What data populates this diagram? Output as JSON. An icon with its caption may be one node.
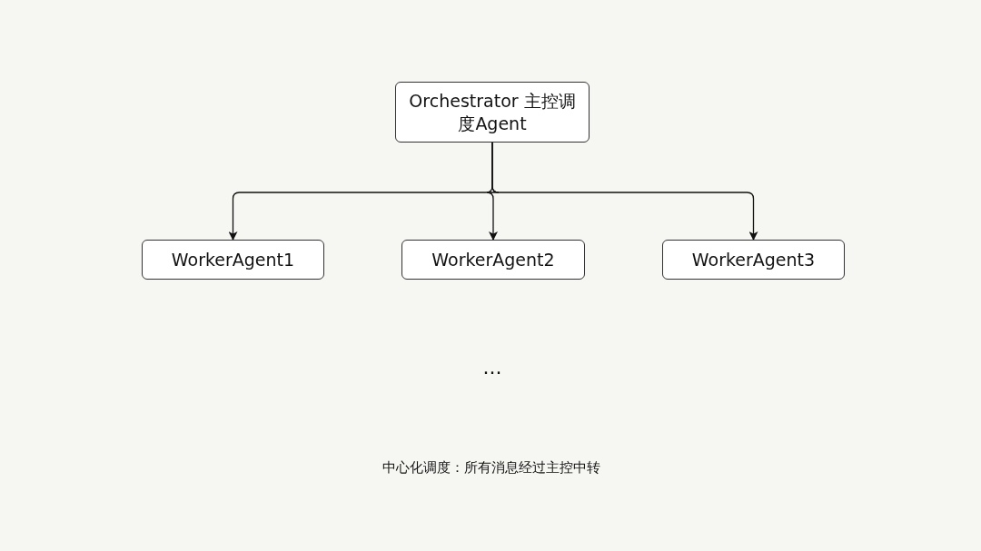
{
  "diagram": {
    "nodes": [
      {
        "text": [
          "Orchestrator 主控调度Agent"
        ]
      },
      {
        "text": [
          "WorkerAgent1"
        ]
      },
      {
        "text": [
          "WorkerAgent2"
        ]
      },
      {
        "text": [
          "WorkerAgent3"
        ]
      }
    ],
    "edges": [
      {
        "from": 0,
        "to": 1,
        "arrow": "to"
      },
      {
        "from": 0,
        "to": 2,
        "arrow": "to"
      },
      {
        "from": 0,
        "to": 3,
        "arrow": "to"
      }
    ],
    "labels": [
      "...",
      "中心化调度：所有消息经过主控中转"
    ]
  }
}
